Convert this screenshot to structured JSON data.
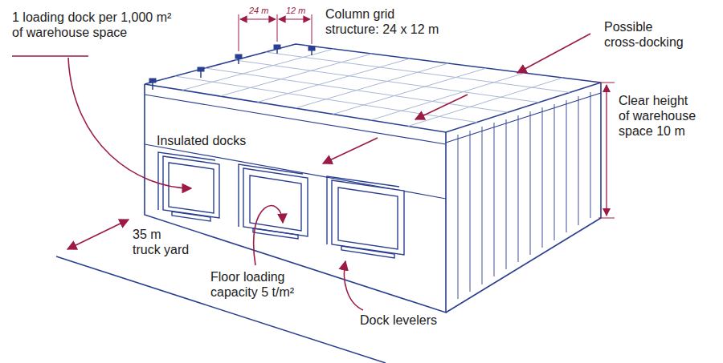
{
  "diagram": {
    "labels": [
      "1 loading dock per 1,000 m² of warehouse space",
      "24 m",
      "12 m",
      "Column grid structure: 24 x 12 m",
      "Possible cross-docking",
      "Clear height of warehouse space 10 m",
      "Insulated docks",
      "35 m truck yard",
      "Floor loading capacity 5 t/m²",
      "Dock levelers"
    ]
  }
}
